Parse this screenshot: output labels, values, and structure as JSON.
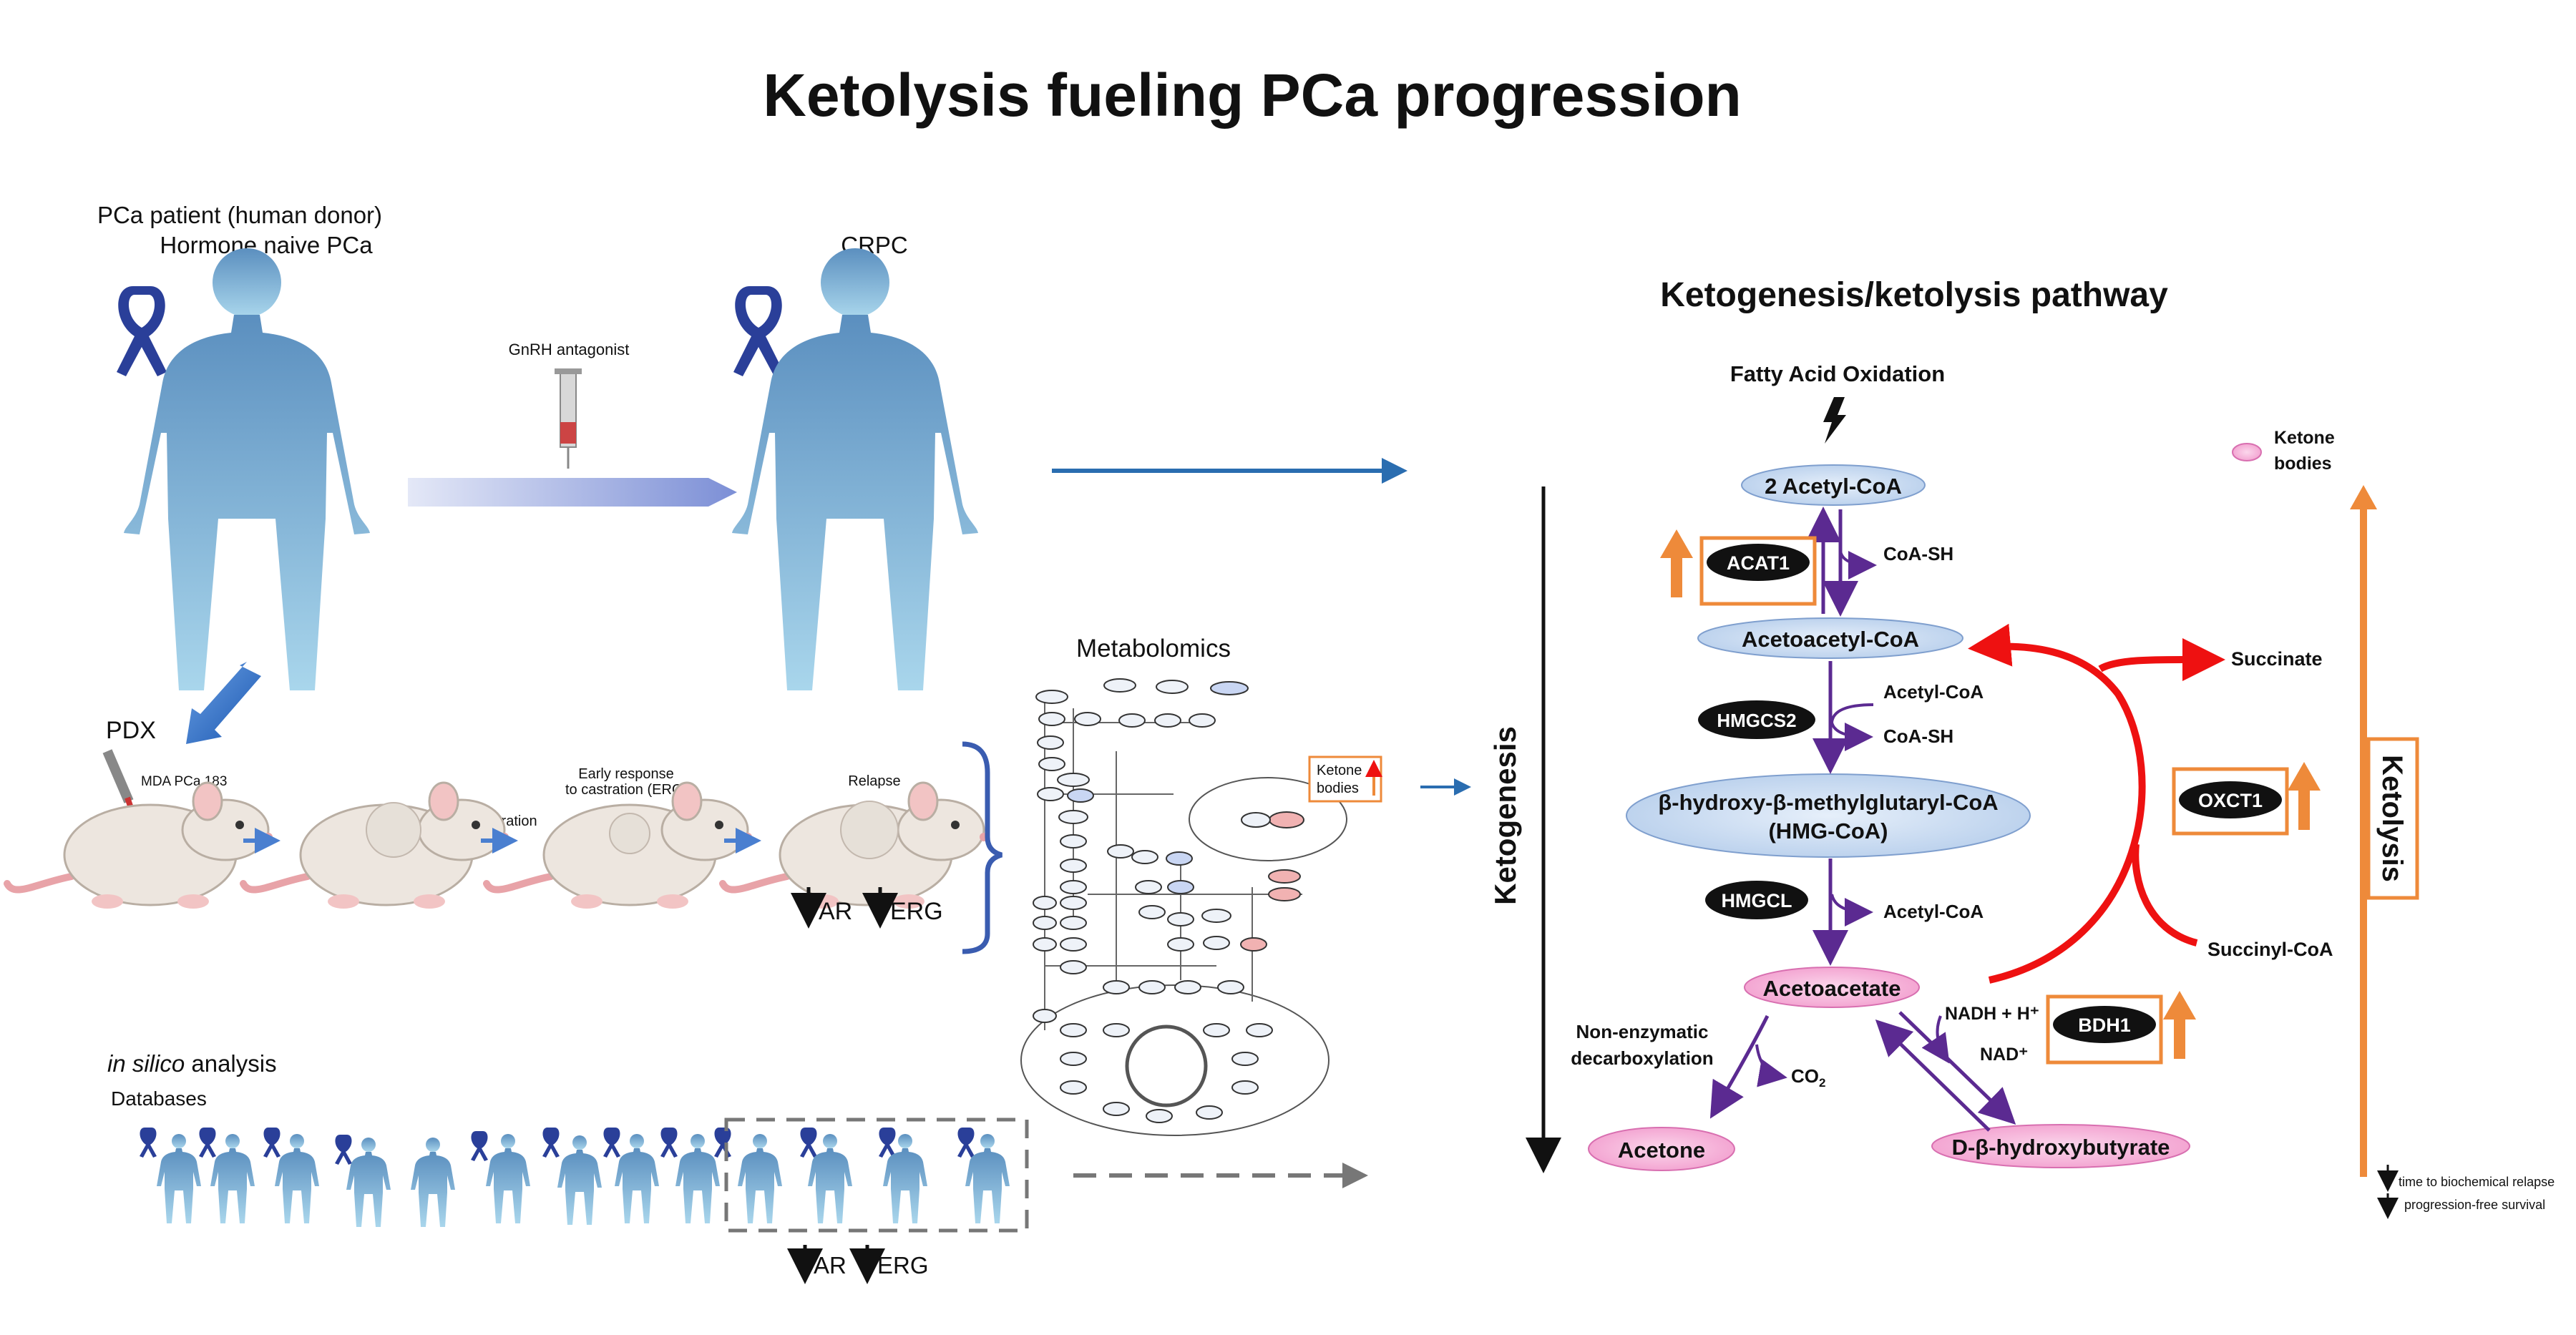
{
  "title": "Ketolysis fueling PCa progression",
  "left": {
    "patient_label_1": "PCa patient (human donor)",
    "patient_label_2": "Hormone naive PCa",
    "crpc_label": "CRPC",
    "gnrh_label": "GnRH antagonist",
    "pdx_label": "PDX",
    "mouse_labels": [
      "MDA PCa 183",
      "Castration",
      "Early response",
      "to castration (ERC)",
      "Relapse"
    ],
    "ar_erg_1": {
      "ar": "AR",
      "erg": "ERG"
    },
    "metabolomics_label": "Metabolomics",
    "ketone_box_1": "Ketone",
    "ketone_box_2": "bodies",
    "insilico_italic": "in silico",
    "insilico_rest": " analysis",
    "databases_label": "Databases",
    "ar_erg_2": {
      "ar": "AR",
      "erg": "ERG"
    }
  },
  "pathway": {
    "title": "Ketogenesis/ketolysis pathway",
    "fatty_acid_oxidation": "Fatty Acid Oxidation",
    "nodes": {
      "acetyl_coa_2": "2 Acetyl-CoA",
      "acetoacetyl_coa": "Acetoacetyl-CoA",
      "hmg_coa_1": "β-hydroxy-β-methylglutaryl-CoA",
      "hmg_coa_2": "(HMG-CoA)",
      "acetoacetate": "Acetoacetate",
      "acetone": "Acetone",
      "d_bhb": "D-β-hydroxybutyrate"
    },
    "enzymes": {
      "acat1": "ACAT1",
      "hmgcs2": "HMGCS2",
      "hmgcl": "HMGCL",
      "bdh1": "BDH1",
      "oxct1": "OXCT1"
    },
    "side_labels": {
      "coa_sh_1": "CoA-SH",
      "acetyl_coa_in": "Acetyl-CoA",
      "coa_sh_2": "CoA-SH",
      "acetyl_coa_out": "Acetyl-CoA",
      "non_enzymatic_1": "Non-enzymatic",
      "non_enzymatic_2": "decarboxylation",
      "co2": "CO",
      "co2_sub": "2",
      "nadh": "NADH + H⁺",
      "nad": "NAD⁺",
      "succinate": "Succinate",
      "succinyl_coa": "Succinyl-CoA"
    },
    "legend_ketone_1": "Ketone",
    "legend_ketone_2": "bodies",
    "ketogenesis_label": "Ketogenesis",
    "ketolysis_label": "Ketolysis",
    "footnote_1": "time to biochemical relapse",
    "footnote_2": "progression-free survival"
  },
  "colors": {
    "purple": "#5b2a91",
    "red": "#ee1111",
    "orange": "#ee8a3a",
    "node_blue": "#c5d9f0",
    "node_pink": "#f7b8de",
    "body_blue_top": "#5b8fbf",
    "body_blue_bottom": "#a5d2ea",
    "arrow_blue": "#2a6db0",
    "bracket_blue": "#3a5cb0"
  }
}
